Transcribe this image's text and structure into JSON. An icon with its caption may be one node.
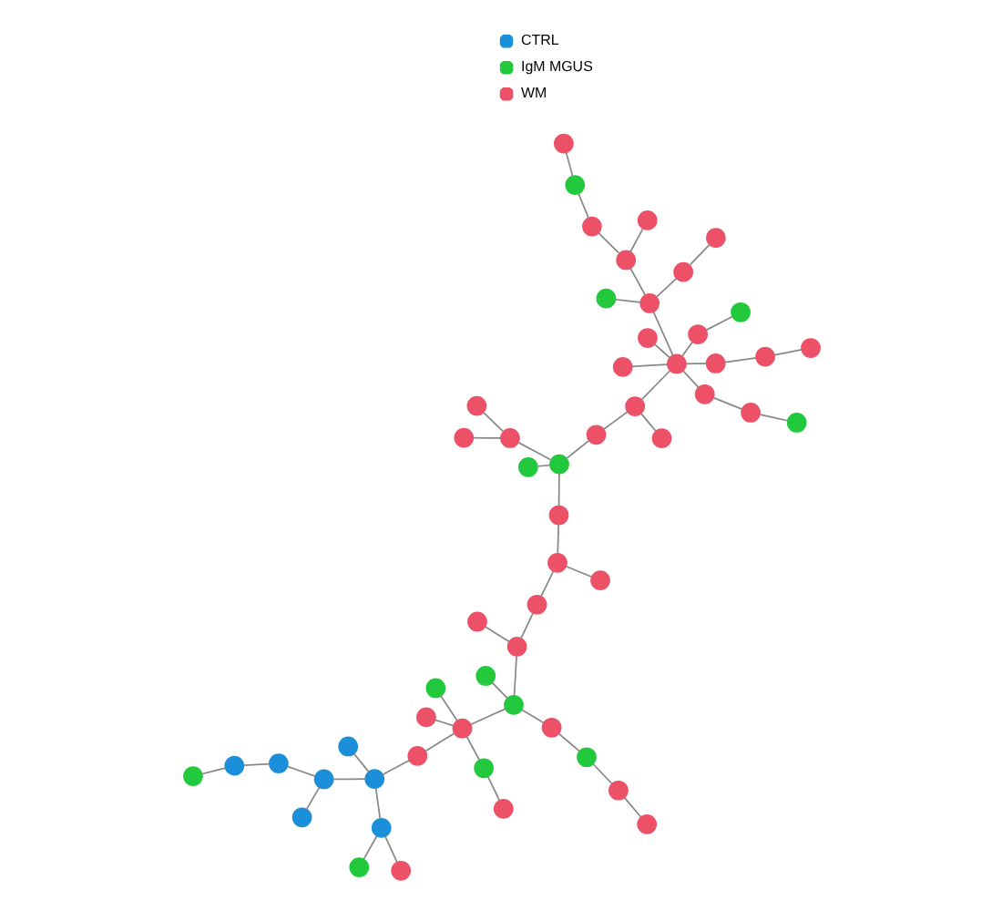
{
  "diagram": {
    "nodes": [
      {
        "text": [],
        "shape": "circle"
      },
      {
        "text": [],
        "shape": "circle"
      },
      {
        "text": [],
        "shape": "circle"
      },
      {
        "text": [],
        "shape": "circle"
      },
      {
        "text": [],
        "shape": "circle"
      },
      {
        "text": [],
        "shape": "circle"
      },
      {
        "text": [],
        "shape": "circle"
      },
      {
        "text": [],
        "shape": "circle"
      },
      {
        "text": [],
        "shape": "circle"
      },
      {
        "text": [],
        "shape": "circle"
      },
      {
        "text": [],
        "shape": "circle"
      },
      {
        "text": [],
        "shape": "circle"
      },
      {
        "text": [],
        "shape": "circle"
      },
      {
        "text": [],
        "shape": "circle"
      },
      {
        "text": [],
        "shape": "circle"
      },
      {
        "text": [],
        "shape": "circle"
      },
      {
        "text": [],
        "shape": "circle"
      },
      {
        "text": [],
        "shape": "circle"
      },
      {
        "text": [],
        "shape": "circle"
      },
      {
        "text": [],
        "shape": "circle"
      },
      {
        "text": [],
        "shape": "circle"
      },
      {
        "text": [],
        "shape": "circle"
      },
      {
        "text": [],
        "shape": "circle"
      },
      {
        "text": [],
        "shape": "circle"
      },
      {
        "text": [],
        "shape": "circle"
      },
      {
        "text": [],
        "shape": "circle"
      },
      {
        "text": [],
        "shape": "circle"
      },
      {
        "text": [],
        "shape": "circle"
      },
      {
        "text": [],
        "shape": "circle"
      },
      {
        "text": [],
        "shape": "circle"
      },
      {
        "text": [],
        "shape": "circle"
      },
      {
        "text": [],
        "shape": "circle"
      },
      {
        "text": [],
        "shape": "circle"
      },
      {
        "text": [],
        "shape": "circle"
      },
      {
        "text": [],
        "shape": "circle"
      },
      {
        "text": [],
        "shape": "circle"
      },
      {
        "text": [],
        "shape": "circle"
      },
      {
        "text": [],
        "shape": "circle"
      },
      {
        "text": [],
        "shape": "circle"
      },
      {
        "text": [],
        "shape": "circle"
      },
      {
        "text": [],
        "shape": "circle"
      },
      {
        "text": [],
        "shape": "circle"
      },
      {
        "text": [],
        "shape": "circle"
      },
      {
        "text": [],
        "shape": "circle"
      },
      {
        "text": [],
        "shape": "circle"
      },
      {
        "text": [],
        "shape": "circle"
      },
      {
        "text": [],
        "shape": "circle"
      },
      {
        "text": [],
        "shape": "circle"
      },
      {
        "text": [],
        "shape": "circle"
      },
      {
        "text": [],
        "shape": "circle"
      },
      {
        "text": [],
        "shape": "circle"
      },
      {
        "text": [],
        "shape": "circle"
      },
      {
        "text": [],
        "shape": "circle"
      },
      {
        "text": [],
        "shape": "circle"
      },
      {
        "text": [],
        "shape": "circle"
      },
      {
        "text": [],
        "shape": "circle"
      }
    ],
    "edges": [
      {
        "from": 16,
        "to": 7,
        "arrow": "none"
      },
      {
        "from": 7,
        "to": 3,
        "arrow": "none"
      },
      {
        "from": 16,
        "to": 14,
        "arrow": "none"
      },
      {
        "from": 16,
        "to": 12,
        "arrow": "none"
      },
      {
        "from": 12,
        "to": 5,
        "arrow": "none"
      },
      {
        "from": 5,
        "to": 1,
        "arrow": "none"
      },
      {
        "from": 16,
        "to": 13,
        "arrow": "none"
      },
      {
        "from": 13,
        "to": 8,
        "arrow": "none"
      },
      {
        "from": 8,
        "to": 4,
        "arrow": "none"
      },
      {
        "from": 16,
        "to": 21,
        "arrow": "none"
      },
      {
        "from": 16,
        "to": 22,
        "arrow": "none"
      },
      {
        "from": 22,
        "to": 18,
        "arrow": "none"
      },
      {
        "from": 22,
        "to": 23,
        "arrow": "none"
      },
      {
        "from": 23,
        "to": 24,
        "arrow": "none"
      },
      {
        "from": 22,
        "to": 28,
        "arrow": "none"
      },
      {
        "from": 28,
        "to": 33,
        "arrow": "none"
      },
      {
        "from": 33,
        "to": 38,
        "arrow": "none"
      },
      {
        "from": 38,
        "to": 42,
        "arrow": "none"
      },
      {
        "from": 28,
        "to": 34,
        "arrow": "none"
      },
      {
        "from": 16,
        "to": 26,
        "arrow": "none"
      },
      {
        "from": 26,
        "to": 29,
        "arrow": "none"
      },
      {
        "from": 26,
        "to": 36,
        "arrow": "none"
      },
      {
        "from": 36,
        "to": 43,
        "arrow": "none"
      },
      {
        "from": 43,
        "to": 40,
        "arrow": "none"
      },
      {
        "from": 43,
        "to": 48,
        "arrow": "none"
      },
      {
        "from": 48,
        "to": 52,
        "arrow": "none"
      },
      {
        "from": 48,
        "to": 54,
        "arrow": "none"
      },
      {
        "from": 43,
        "to": 47,
        "arrow": "none"
      },
      {
        "from": 47,
        "to": 53,
        "arrow": "none"
      },
      {
        "from": 53,
        "to": 55,
        "arrow": "none"
      },
      {
        "from": 53,
        "to": 51,
        "arrow": "none"
      },
      {
        "from": 51,
        "to": 44,
        "arrow": "none"
      },
      {
        "from": 44,
        "to": 39,
        "arrow": "none"
      },
      {
        "from": 44,
        "to": 41,
        "arrow": "none"
      },
      {
        "from": 39,
        "to": 37,
        "arrow": "none"
      },
      {
        "from": 39,
        "to": 45,
        "arrow": "none"
      },
      {
        "from": 45,
        "to": 50,
        "arrow": "none"
      },
      {
        "from": 50,
        "to": 49,
        "arrow": "none"
      },
      {
        "from": 49,
        "to": 46,
        "arrow": "none"
      },
      {
        "from": 39,
        "to": 32,
        "arrow": "none"
      },
      {
        "from": 32,
        "to": 30,
        "arrow": "none"
      },
      {
        "from": 32,
        "to": 27,
        "arrow": "none"
      },
      {
        "from": 32,
        "to": 35,
        "arrow": "none"
      },
      {
        "from": 35,
        "to": 31,
        "arrow": "none"
      },
      {
        "from": 32,
        "to": 25,
        "arrow": "none"
      },
      {
        "from": 25,
        "to": 17,
        "arrow": "none"
      },
      {
        "from": 17,
        "to": 20,
        "arrow": "none"
      },
      {
        "from": 17,
        "to": 15,
        "arrow": "none"
      },
      {
        "from": 15,
        "to": 9,
        "arrow": "none"
      },
      {
        "from": 15,
        "to": 19,
        "arrow": "none"
      },
      {
        "from": 17,
        "to": 11,
        "arrow": "none"
      },
      {
        "from": 11,
        "to": 10,
        "arrow": "none"
      },
      {
        "from": 11,
        "to": 6,
        "arrow": "none"
      },
      {
        "from": 6,
        "to": 2,
        "arrow": "none"
      },
      {
        "from": 2,
        "to": 0,
        "arrow": "none"
      }
    ],
    "legend": [
      {
        "text": "CTRL",
        "color": "#1b8fd9"
      },
      {
        "text": "IgM MGUS",
        "color": "#22c93c"
      },
      {
        "text": "WM",
        "color": "#ec5168"
      }
    ]
  }
}
